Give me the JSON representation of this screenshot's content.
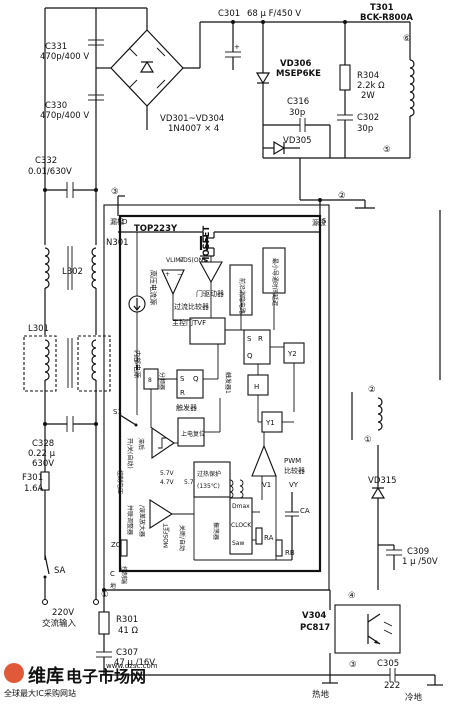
{
  "components": {
    "c331": {
      "ref": "C331",
      "value": "470p/400 V"
    },
    "c330": {
      "ref": "C330",
      "value": "470p/400 V"
    },
    "c332": {
      "ref": "C332",
      "value": "0.01/630V"
    },
    "c301": {
      "ref": "C301",
      "value": "68 μ F/450 V"
    },
    "t301": {
      "ref": "T301",
      "part": "BCK-R800A"
    },
    "vd306": {
      "ref": "VD306",
      "part": "MSEP6KE"
    },
    "r304": {
      "ref": "R304",
      "value": "2.2k Ω",
      "power": "2W"
    },
    "c316": {
      "ref": "C316",
      "value": "30p"
    },
    "c302": {
      "ref": "C302",
      "value": "30p"
    },
    "vd305": {
      "ref": "VD305"
    },
    "bridge": {
      "ref": "VD301~VD304",
      "part": "1N4007 × 4"
    },
    "l302": {
      "ref": "L302"
    },
    "l301": {
      "ref": "L301"
    },
    "c328": {
      "ref": "C328",
      "value": "0.22 μ",
      "voltage": "630V"
    },
    "f301": {
      "ref": "F301",
      "value": "1.6A"
    },
    "sa": {
      "ref": "SA"
    },
    "mains": {
      "line1": "220V",
      "line2": "交流输入"
    },
    "r301": {
      "ref": "R301",
      "value": "41 Ω"
    },
    "c307": {
      "ref": "C307",
      "value": "47 μ /16V"
    },
    "vd315": {
      "ref": "VD315"
    },
    "c309": {
      "ref": "C309",
      "value": "1 μ /50V"
    },
    "v304": {
      "ref": "V304",
      "part": "PC817"
    },
    "c305": {
      "ref": "C305",
      "value": "222"
    },
    "hot_ground": "热地",
    "cold_ground": "冷地"
  },
  "ic": {
    "ref": "N301",
    "part": "TOP223Y",
    "mosfet": "MOSFET",
    "vlimit": "VLIMT",
    "vds_on": "VDS(ON)",
    "hv_source": "高压电流源",
    "overcurrent": "过流比较器",
    "gate_driver": "门驱动器",
    "lead_edge_blank": "前沿消隐电路",
    "min_on_time": "最小导通时间延迟",
    "gate_pwm": "主控门TVF",
    "internal_supply": "内部电源",
    "divider": "分频器",
    "divider_num": "8",
    "trigger": "触发器",
    "power_on_reset": "上电复位",
    "switch_logic": "开/关(自动)",
    "shunt_reg": "并联调整器",
    "error_amp": "/误差放大器",
    "thermal": "过热保护",
    "thermal_temp": "(135℃)",
    "clamp": "关断/自动",
    "hysteresis": "滞后",
    "ctrl_pin": "控制电压",
    "zc": "ZC",
    "mosfet2": "MOSFET",
    "ctrl_terminal": "控制端",
    "oscillator": "振荡器",
    "dmax": "Dmax",
    "clock": "CLOCK",
    "saw": "Saw",
    "pwm_comp": "PWM",
    "pwm_comp2": "比较器",
    "ca": "CA",
    "ra": "RA",
    "rb": "RB",
    "v57": "5.7V",
    "v47": "4.7V",
    "v57b": "5.7V",
    "s1": "S1",
    "drain": "漏极",
    "source": "源极",
    "drain_d": "D",
    "source_s": "S",
    "ctrl_c": "C",
    "ground_term": "地",
    "sr": "S",
    "rr": "R",
    "q": "Q",
    "y1": "Y1",
    "y2": "Y2",
    "h": "H",
    "ilimit": "I",
    "v1": "V1",
    "vy": "VY",
    "trg": "触发器1"
  },
  "nodes": {
    "n1": "①",
    "n2": "②",
    "n3": "③",
    "n4": "④",
    "n5": "⑤",
    "n6": "⑥"
  },
  "watermark": {
    "logo": "维库",
    "text": "电子市场网",
    "url": "www.dzsc.com",
    "sub": "全球最大IC采购网站"
  }
}
